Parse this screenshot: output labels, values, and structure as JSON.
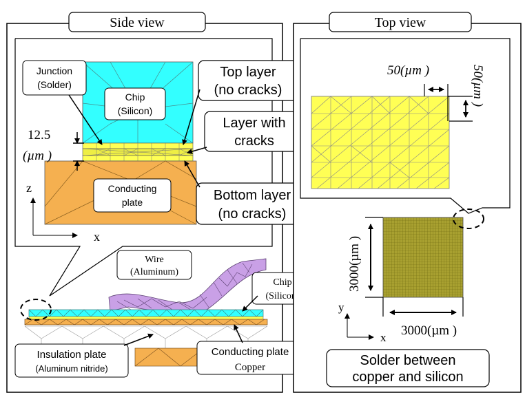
{
  "side_view": {
    "title": "Side view",
    "chip_label": [
      "Chip",
      "(Silicon)"
    ],
    "junction_label": [
      "Junction",
      "(Solder)"
    ],
    "thickness_label": [
      "12.5",
      "(µm )"
    ],
    "top_layer_label": [
      "Top layer",
      "(no cracks)"
    ],
    "cracked_layer_label": [
      "Layer with",
      "cracks"
    ],
    "bottom_layer_label": [
      "Bottom layer",
      "(no cracks)"
    ],
    "conducting_plate_label": [
      "Conducting",
      "plate"
    ],
    "axis_z": "z",
    "axis_x": "x",
    "wire_label": [
      "Wire",
      "(Aluminum)"
    ],
    "chip_label_2": [
      "Chip",
      "(Silicon)"
    ],
    "insulation_label": [
      "Insulation plate",
      "(Aluminum nitride)"
    ],
    "conducting_copper_label": [
      "Conducting plate",
      "Copper"
    ]
  },
  "top_view": {
    "title": "Top view",
    "element_width": "50(µm )",
    "element_height": "50(µm )",
    "solder_height": "3000(µm )",
    "solder_width": "3000(µm )",
    "axis_y": "y",
    "axis_x": "x",
    "caption": [
      "Solder between",
      "copper and silicon"
    ]
  },
  "colors": {
    "chip": "#33ffff",
    "solder": "#ffff55",
    "copper": "#f5b050",
    "wire": "#c9a0e6",
    "solder_fine": "#b8b030"
  }
}
